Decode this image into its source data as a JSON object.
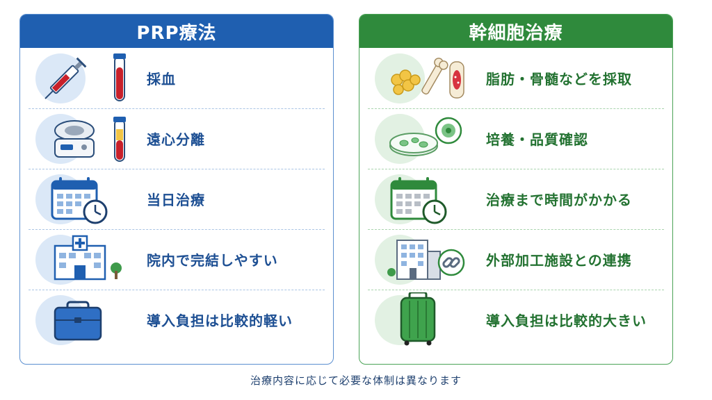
{
  "left": {
    "title": "PRP療法",
    "color": "#1f5fb0",
    "items": [
      {
        "label": "採血",
        "icon": "syringe-blood-tube-icon"
      },
      {
        "label": "遠心分離",
        "icon": "centrifuge-icon"
      },
      {
        "label": "当日治療",
        "icon": "calendar-clock-icon"
      },
      {
        "label": "院内で完結しやすい",
        "icon": "hospital-icon"
      },
      {
        "label": "導入負担は比較的軽い",
        "icon": "briefcase-icon"
      }
    ]
  },
  "right": {
    "title": "幹細胞治療",
    "color": "#2f8a3c",
    "items": [
      {
        "label": "脂肪・骨髄などを採取",
        "icon": "fat-bone-marrow-icon"
      },
      {
        "label": "培養・品質確認",
        "icon": "petri-dish-cell-icon"
      },
      {
        "label": "治療まで時間がかかる",
        "icon": "calendar-clock-icon"
      },
      {
        "label": "外部加工施設との連携",
        "icon": "building-link-icon"
      },
      {
        "label": "導入負担は比較的大きい",
        "icon": "suitcase-icon"
      }
    ]
  },
  "footer": "治療内容に応じて必要な体制は異なります"
}
